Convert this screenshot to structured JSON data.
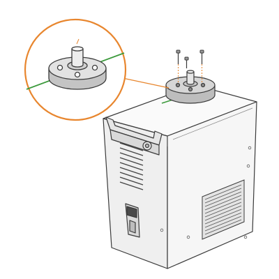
{
  "colors": {
    "callout": "#E8862E",
    "guide": "#3C9A3C",
    "outline": "#3A3A3A",
    "fill": "#F2F2F2",
    "mount": "#CFCFCF"
  },
  "icons": [
    "screw-icon",
    "mounting-puck",
    "welder-unit",
    "vent-grille",
    "handle"
  ]
}
